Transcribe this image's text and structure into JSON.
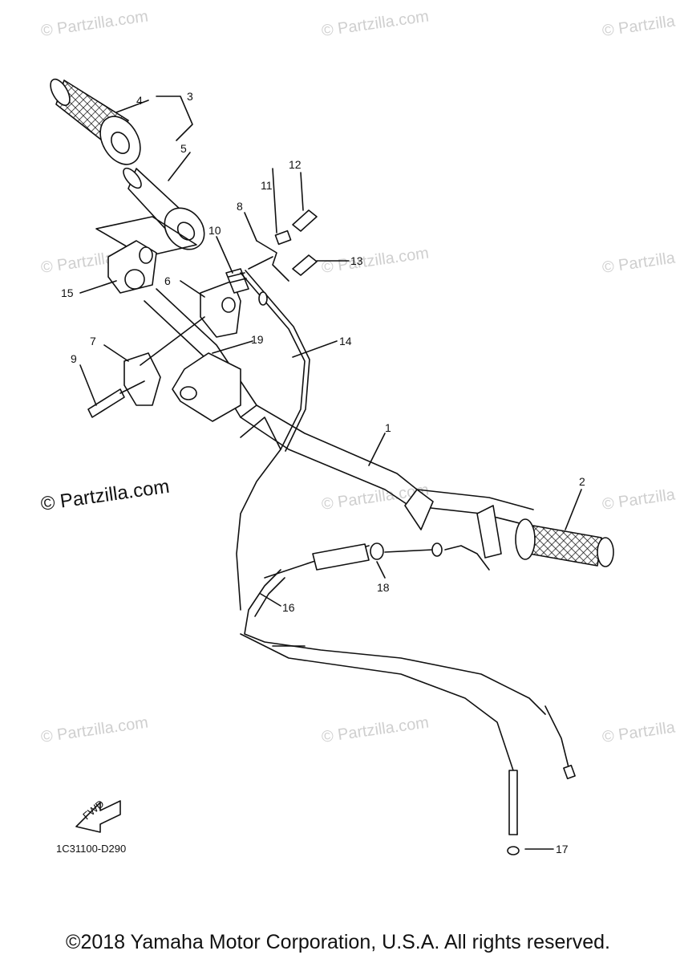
{
  "diagram": {
    "part_labels": [
      "1",
      "2",
      "3",
      "4",
      "5",
      "6",
      "7",
      "8",
      "9",
      "10",
      "11",
      "12",
      "13",
      "14",
      "15",
      "16",
      "17",
      "18",
      "19"
    ],
    "diagram_code": "1C31100-D290",
    "direction_marker": "FWD",
    "watermark": "© Partzilla.com",
    "watermark_main": "© Partzilla.com",
    "copyright": "©2018 Yamaha Motor Corporation, U.S.A. All rights reserved.",
    "colors": {
      "line": "#111111",
      "watermark": "#cfcfcf",
      "background": "#ffffff"
    }
  }
}
